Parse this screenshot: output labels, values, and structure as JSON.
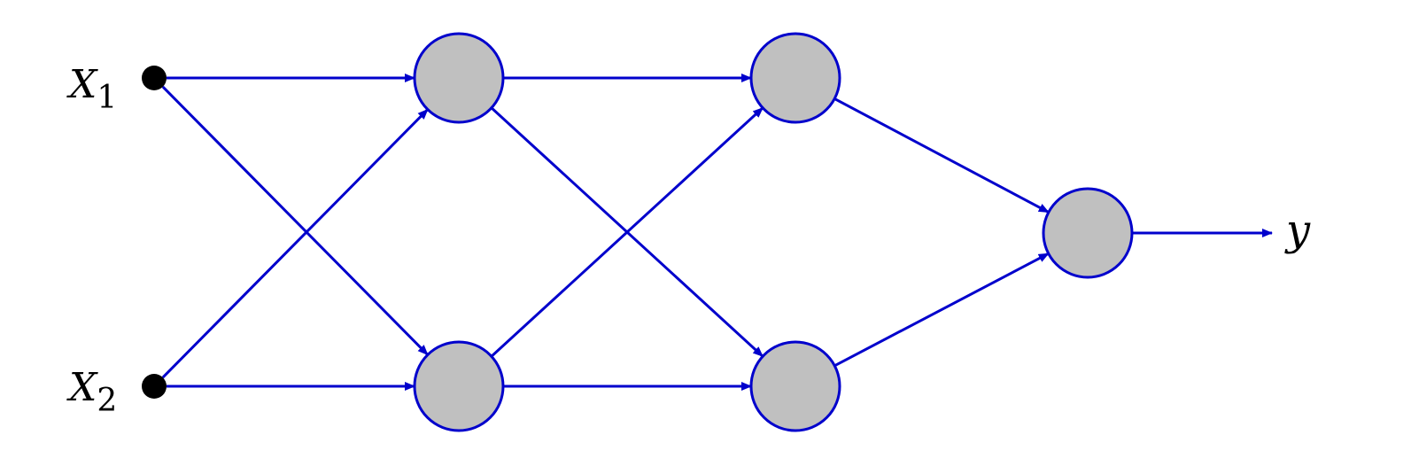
{
  "diagram": {
    "inputs": [
      {
        "id": "x1",
        "symbol": "X",
        "subscript": "1"
      },
      {
        "id": "x2",
        "symbol": "X",
        "subscript": "2"
      }
    ],
    "hidden_layers": [
      {
        "id": "h1",
        "nodes": [
          "h1a",
          "h1b"
        ]
      },
      {
        "id": "h2",
        "nodes": [
          "h2a",
          "h2b"
        ]
      }
    ],
    "output_node": "o",
    "output_label": "y",
    "connections": [
      [
        "x1",
        "h1a"
      ],
      [
        "x1",
        "h1b"
      ],
      [
        "x2",
        "h1a"
      ],
      [
        "x2",
        "h1b"
      ],
      [
        "h1a",
        "h2a"
      ],
      [
        "h1a",
        "h2b"
      ],
      [
        "h1b",
        "h2a"
      ],
      [
        "h1b",
        "h2b"
      ],
      [
        "h2a",
        "o"
      ],
      [
        "h2b",
        "o"
      ],
      [
        "o",
        "y"
      ]
    ],
    "colors": {
      "edge": "#0000cc",
      "node_fill": "#c0c0c0",
      "node_stroke": "#0000cc",
      "input_dot": "#000000"
    }
  }
}
